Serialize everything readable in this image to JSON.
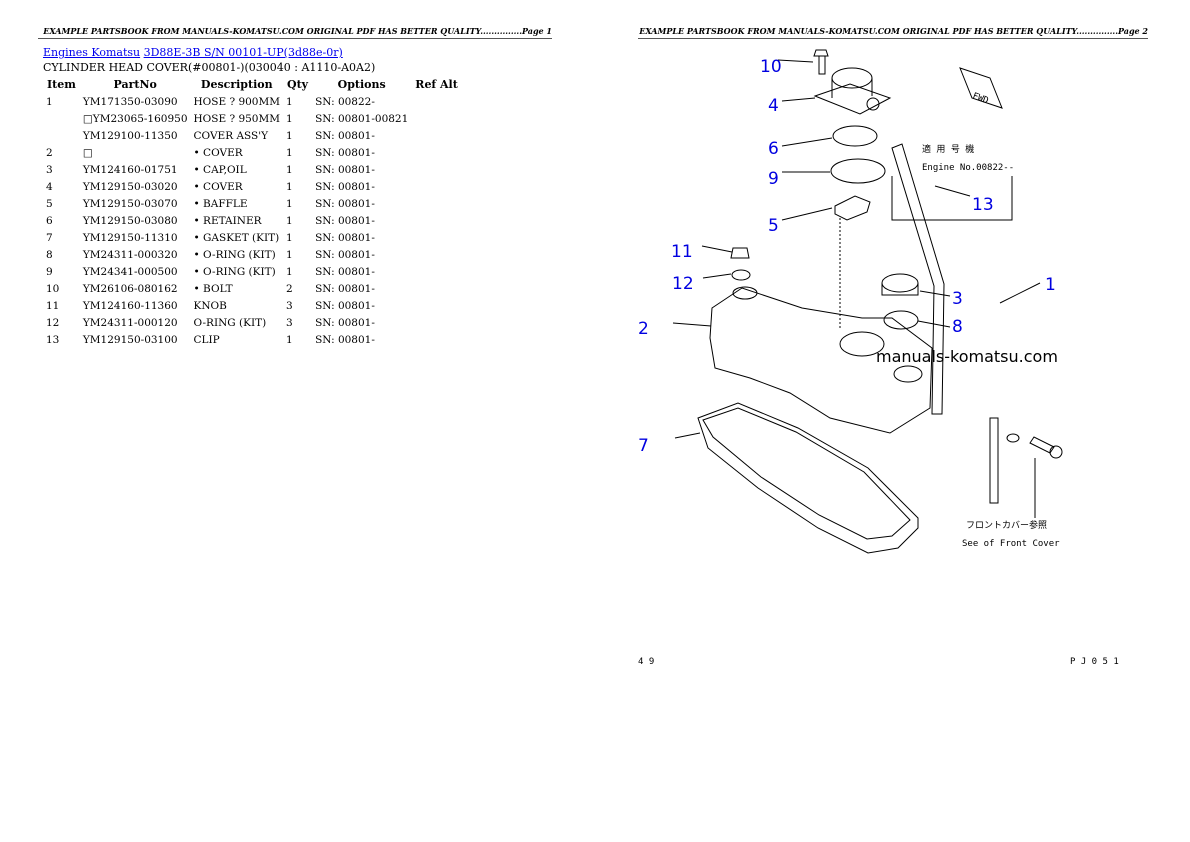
{
  "page1": {
    "header": "EXAMPLE PARTSBOOK FROM MANUALS-KOMATSU.COM ORIGINAL PDF HAS BETTER QUALITY...............Page 1"
  },
  "page2": {
    "header": "EXAMPLE PARTSBOOK FROM MANUALS-KOMATSU.COM ORIGINAL PDF HAS BETTER QUALITY...............Page 2"
  },
  "breadcrumb": {
    "link1": "Engines Komatsu",
    "link2": "3D88E-3B S/N 00101-UP(3d88e-0r)"
  },
  "subtitle": "CYLINDER HEAD COVER(#00801-)(030040 : A1110-A0A2)",
  "table": {
    "headers": [
      "Item",
      "PartNo",
      "Description",
      "Qty",
      "Options",
      "Ref Alt"
    ],
    "rows": [
      [
        "1",
        "YM171350-03090",
        "HOSE ? 900MM",
        "1",
        "SN: 00822-"
      ],
      [
        "",
        "□YM23065-160950",
        "HOSE ? 950MM",
        "1",
        "SN: 00801-00821"
      ],
      [
        "",
        "YM129100-11350",
        "COVER ASS'Y",
        "1",
        "SN: 00801-"
      ],
      [
        "2",
        "□",
        "• COVER",
        "1",
        "SN: 00801-"
      ],
      [
        "3",
        "YM124160-01751",
        "• CAP,OIL",
        "1",
        "SN: 00801-"
      ],
      [
        "4",
        "YM129150-03020",
        "• COVER",
        "1",
        "SN: 00801-"
      ],
      [
        "5",
        "YM129150-03070",
        "• BAFFLE",
        "1",
        "SN: 00801-"
      ],
      [
        "6",
        "YM129150-03080",
        "• RETAINER",
        "1",
        "SN: 00801-"
      ],
      [
        "7",
        "YM129150-11310",
        "• GASKET (KIT)",
        "1",
        "SN: 00801-"
      ],
      [
        "8",
        "YM24311-000320",
        "• O-RING (KIT)",
        "1",
        "SN: 00801-"
      ],
      [
        "9",
        "YM24341-000500",
        "• O-RING (KIT)",
        "1",
        "SN: 00801-"
      ],
      [
        "10",
        "YM26106-080162",
        "• BOLT",
        "2",
        "SN: 00801-"
      ],
      [
        "11",
        "YM124160-11360",
        "KNOB",
        "3",
        "SN: 00801-"
      ],
      [
        "12",
        "YM24311-000120",
        "O-RING (KIT)",
        "3",
        "SN: 00801-"
      ],
      [
        "13",
        "YM129150-03100",
        "CLIP",
        "1",
        "SN: 00801-"
      ]
    ]
  },
  "diagram": {
    "callouts": [
      "10",
      "4",
      "6",
      "9",
      "5",
      "11",
      "12",
      "2",
      "7",
      "3",
      "8",
      "1",
      "13"
    ],
    "note_jp": "適 用 号 機",
    "note_en": "Engine No.00822--",
    "front_cover_jp": "フロントカバー参照",
    "front_cover_en": "See of Front Cover",
    "watermark": "manuals-komatsu.com",
    "page_left": "4 9",
    "page_right": "P J 0 5 1",
    "fwd": "FWD"
  },
  "colors": {
    "link": "#0000ee",
    "callout": "#0000e0"
  }
}
